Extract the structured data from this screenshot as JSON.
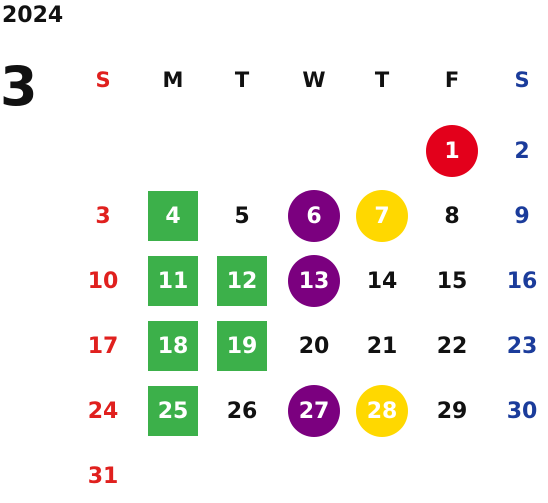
{
  "year": "2024",
  "month": "3",
  "colors": {
    "sunday": "#e0201e",
    "saturday": "#1b3c9b",
    "weekday": "#111111",
    "green": "#3cb04a",
    "purple": "#7b007f",
    "yellow": "#ffd800",
    "red": "#e3001b",
    "on_mark": "#ffffff"
  },
  "weekdays": [
    {
      "label": "S",
      "color": "#e0201e"
    },
    {
      "label": "M",
      "color": "#111111"
    },
    {
      "label": "T",
      "color": "#111111"
    },
    {
      "label": "W",
      "color": "#111111"
    },
    {
      "label": "T",
      "color": "#111111"
    },
    {
      "label": "F",
      "color": "#111111"
    },
    {
      "label": "S",
      "color": "#1b3c9b"
    }
  ],
  "weeks": [
    [
      null,
      null,
      null,
      null,
      null,
      {
        "day": "1",
        "mark": "circle",
        "mark_color": "red"
      },
      {
        "day": "2"
      }
    ],
    [
      {
        "day": "3"
      },
      {
        "day": "4",
        "mark": "square",
        "mark_color": "green"
      },
      {
        "day": "5"
      },
      {
        "day": "6",
        "mark": "circle",
        "mark_color": "purple"
      },
      {
        "day": "7",
        "mark": "circle",
        "mark_color": "yellow"
      },
      {
        "day": "8"
      },
      {
        "day": "9"
      }
    ],
    [
      {
        "day": "10"
      },
      {
        "day": "11",
        "mark": "square",
        "mark_color": "green"
      },
      {
        "day": "12",
        "mark": "square",
        "mark_color": "green"
      },
      {
        "day": "13",
        "mark": "circle",
        "mark_color": "purple"
      },
      {
        "day": "14"
      },
      {
        "day": "15"
      },
      {
        "day": "16"
      }
    ],
    [
      {
        "day": "17"
      },
      {
        "day": "18",
        "mark": "square",
        "mark_color": "green"
      },
      {
        "day": "19",
        "mark": "square",
        "mark_color": "green"
      },
      {
        "day": "20"
      },
      {
        "day": "21"
      },
      {
        "day": "22"
      },
      {
        "day": "23"
      }
    ],
    [
      {
        "day": "24"
      },
      {
        "day": "25",
        "mark": "square",
        "mark_color": "green"
      },
      {
        "day": "26"
      },
      {
        "day": "27",
        "mark": "circle",
        "mark_color": "purple"
      },
      {
        "day": "28",
        "mark": "circle",
        "mark_color": "yellow"
      },
      {
        "day": "29"
      },
      {
        "day": "30"
      }
    ],
    [
      {
        "day": "31"
      },
      null,
      null,
      null,
      null,
      null,
      null
    ]
  ]
}
